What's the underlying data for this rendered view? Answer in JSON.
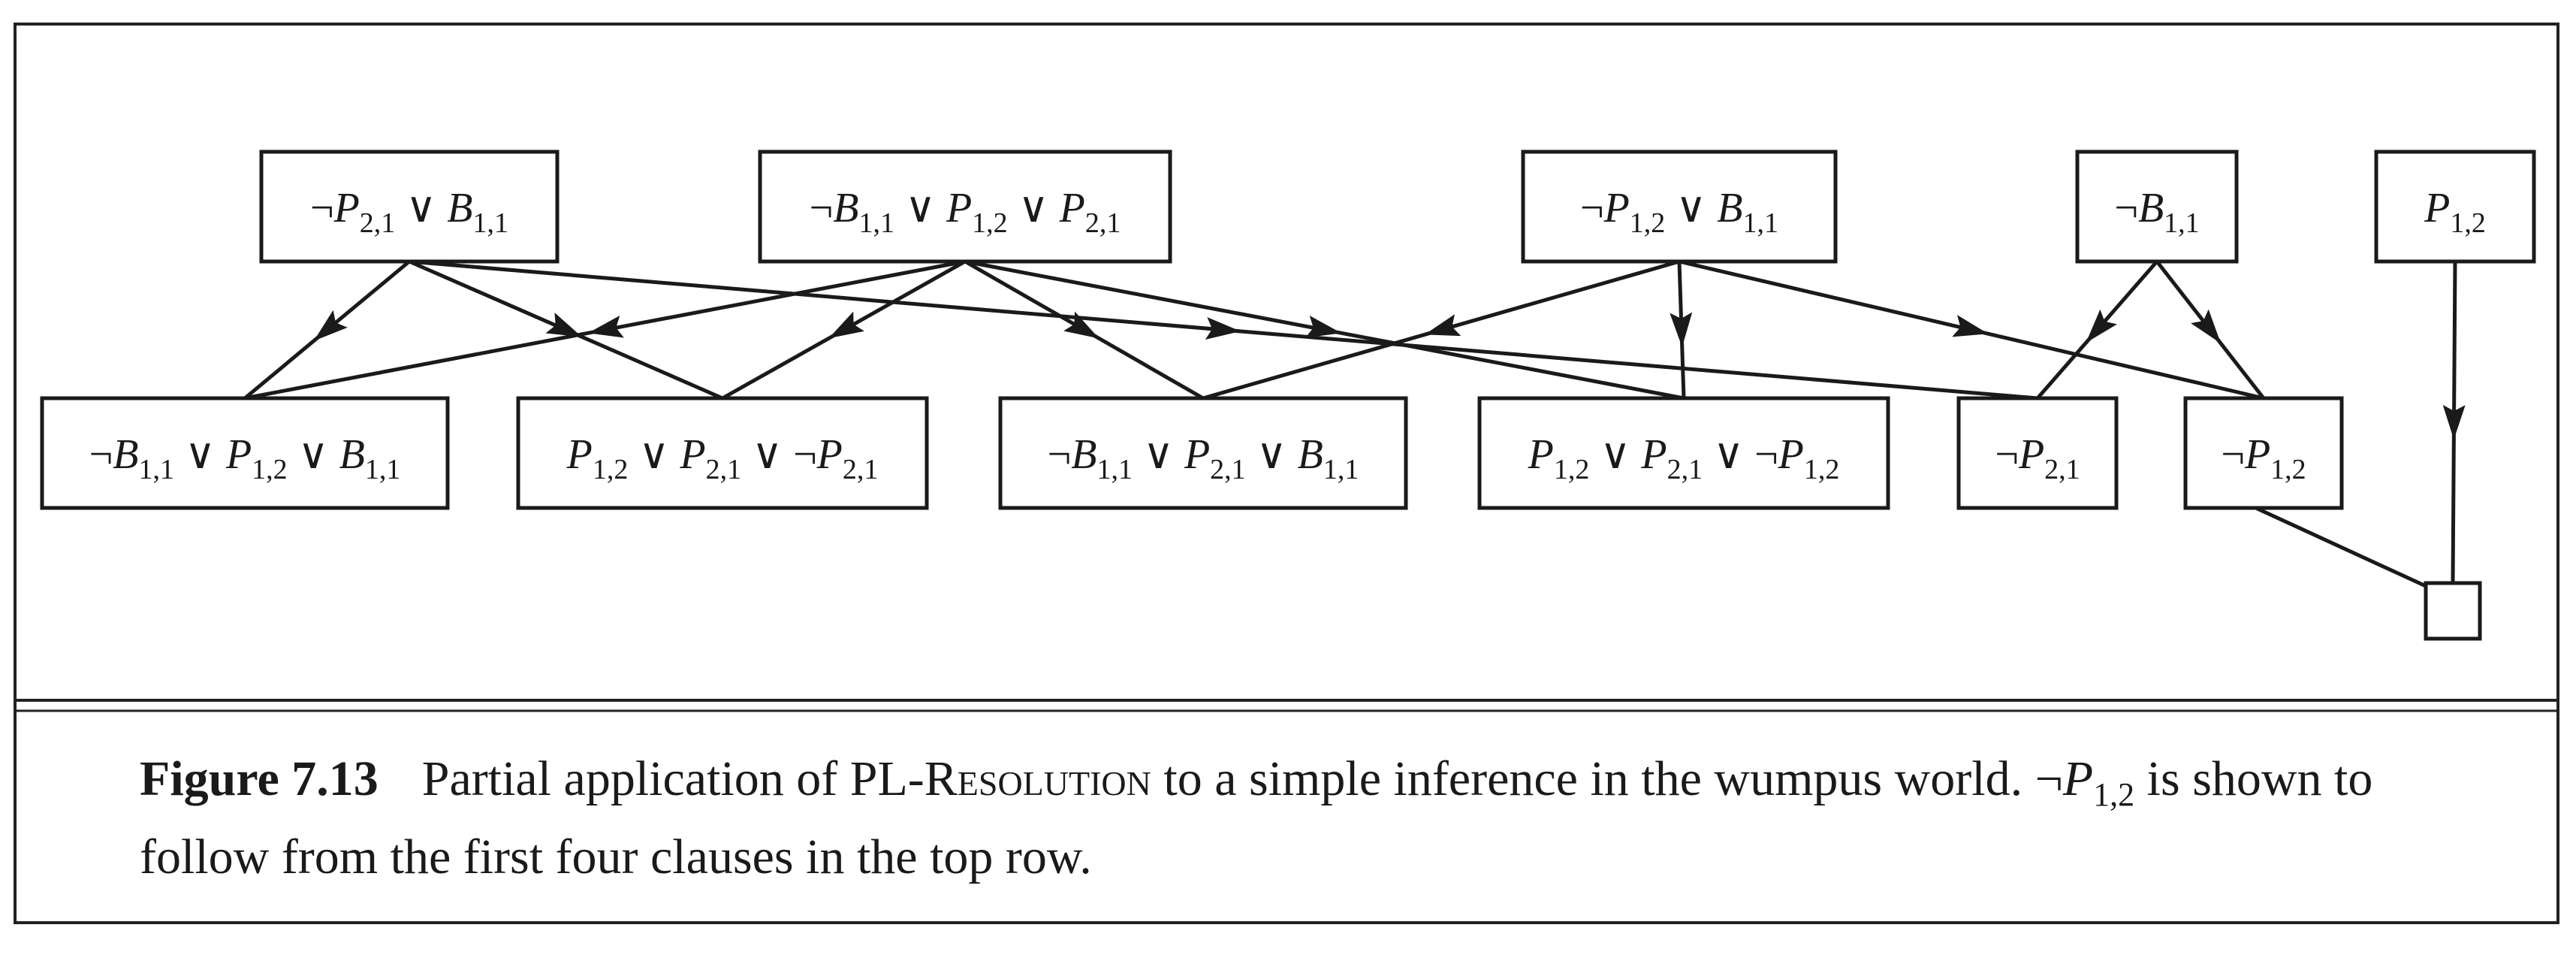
{
  "figure": {
    "label": "Figure 7.13",
    "caption_part1": "Partial application of PL-",
    "caption_algorithm": "Resolution",
    "caption_part2": " to a simple inference in the wumpus world. ",
    "caption_formula_neg": "¬",
    "caption_formula_var": "P",
    "caption_formula_sub": "1,2",
    "caption_part3": " is shown to follow from the first four clauses in the top row."
  },
  "diagram": {
    "colors": {
      "ink": "#1a1a1a",
      "background": "#ffffff"
    },
    "top_row": [
      {
        "id": "t1",
        "literals": [
          {
            "neg": true,
            "var": "P",
            "sub": "2,1"
          },
          {
            "neg": false,
            "var": "B",
            "sub": "1,1"
          }
        ]
      },
      {
        "id": "t2",
        "literals": [
          {
            "neg": true,
            "var": "B",
            "sub": "1,1"
          },
          {
            "neg": false,
            "var": "P",
            "sub": "1,2"
          },
          {
            "neg": false,
            "var": "P",
            "sub": "2,1"
          }
        ]
      },
      {
        "id": "t3",
        "literals": [
          {
            "neg": true,
            "var": "P",
            "sub": "1,2"
          },
          {
            "neg": false,
            "var": "B",
            "sub": "1,1"
          }
        ]
      },
      {
        "id": "t4",
        "literals": [
          {
            "neg": true,
            "var": "B",
            "sub": "1,1"
          }
        ]
      },
      {
        "id": "t5",
        "literals": [
          {
            "neg": false,
            "var": "P",
            "sub": "1,2"
          }
        ]
      }
    ],
    "bottom_row": [
      {
        "id": "b1",
        "literals": [
          {
            "neg": true,
            "var": "B",
            "sub": "1,1"
          },
          {
            "neg": false,
            "var": "P",
            "sub": "1,2"
          },
          {
            "neg": false,
            "var": "B",
            "sub": "1,1"
          }
        ]
      },
      {
        "id": "b2",
        "literals": [
          {
            "neg": false,
            "var": "P",
            "sub": "1,2"
          },
          {
            "neg": false,
            "var": "P",
            "sub": "2,1"
          },
          {
            "neg": true,
            "var": "P",
            "sub": "2,1"
          }
        ]
      },
      {
        "id": "b3",
        "literals": [
          {
            "neg": true,
            "var": "B",
            "sub": "1,1"
          },
          {
            "neg": false,
            "var": "P",
            "sub": "2,1"
          },
          {
            "neg": false,
            "var": "B",
            "sub": "1,1"
          }
        ]
      },
      {
        "id": "b4",
        "literals": [
          {
            "neg": false,
            "var": "P",
            "sub": "1,2"
          },
          {
            "neg": false,
            "var": "P",
            "sub": "2,1"
          },
          {
            "neg": true,
            "var": "P",
            "sub": "1,2"
          }
        ]
      },
      {
        "id": "b5",
        "literals": [
          {
            "neg": true,
            "var": "P",
            "sub": "2,1"
          }
        ]
      },
      {
        "id": "b6",
        "literals": [
          {
            "neg": true,
            "var": "P",
            "sub": "1,2"
          }
        ]
      }
    ],
    "empty_clause": {
      "id": "empty"
    },
    "edges": [
      {
        "from": "t1",
        "to": "b1"
      },
      {
        "from": "t1",
        "to": "b2"
      },
      {
        "from": "t1",
        "to": "b5"
      },
      {
        "from": "t2",
        "to": "b1"
      },
      {
        "from": "t2",
        "to": "b2"
      },
      {
        "from": "t2",
        "to": "b3"
      },
      {
        "from": "t2",
        "to": "b4"
      },
      {
        "from": "t3",
        "to": "b3"
      },
      {
        "from": "t3",
        "to": "b4"
      },
      {
        "from": "t3",
        "to": "b6"
      },
      {
        "from": "t4",
        "to": "b5"
      },
      {
        "from": "t4",
        "to": "b6"
      },
      {
        "from": "t5",
        "to": "empty",
        "arrow": true
      },
      {
        "from": "b6",
        "to": "empty",
        "arrow": false
      }
    ],
    "symbols": {
      "or": "∨",
      "not": "¬"
    }
  }
}
